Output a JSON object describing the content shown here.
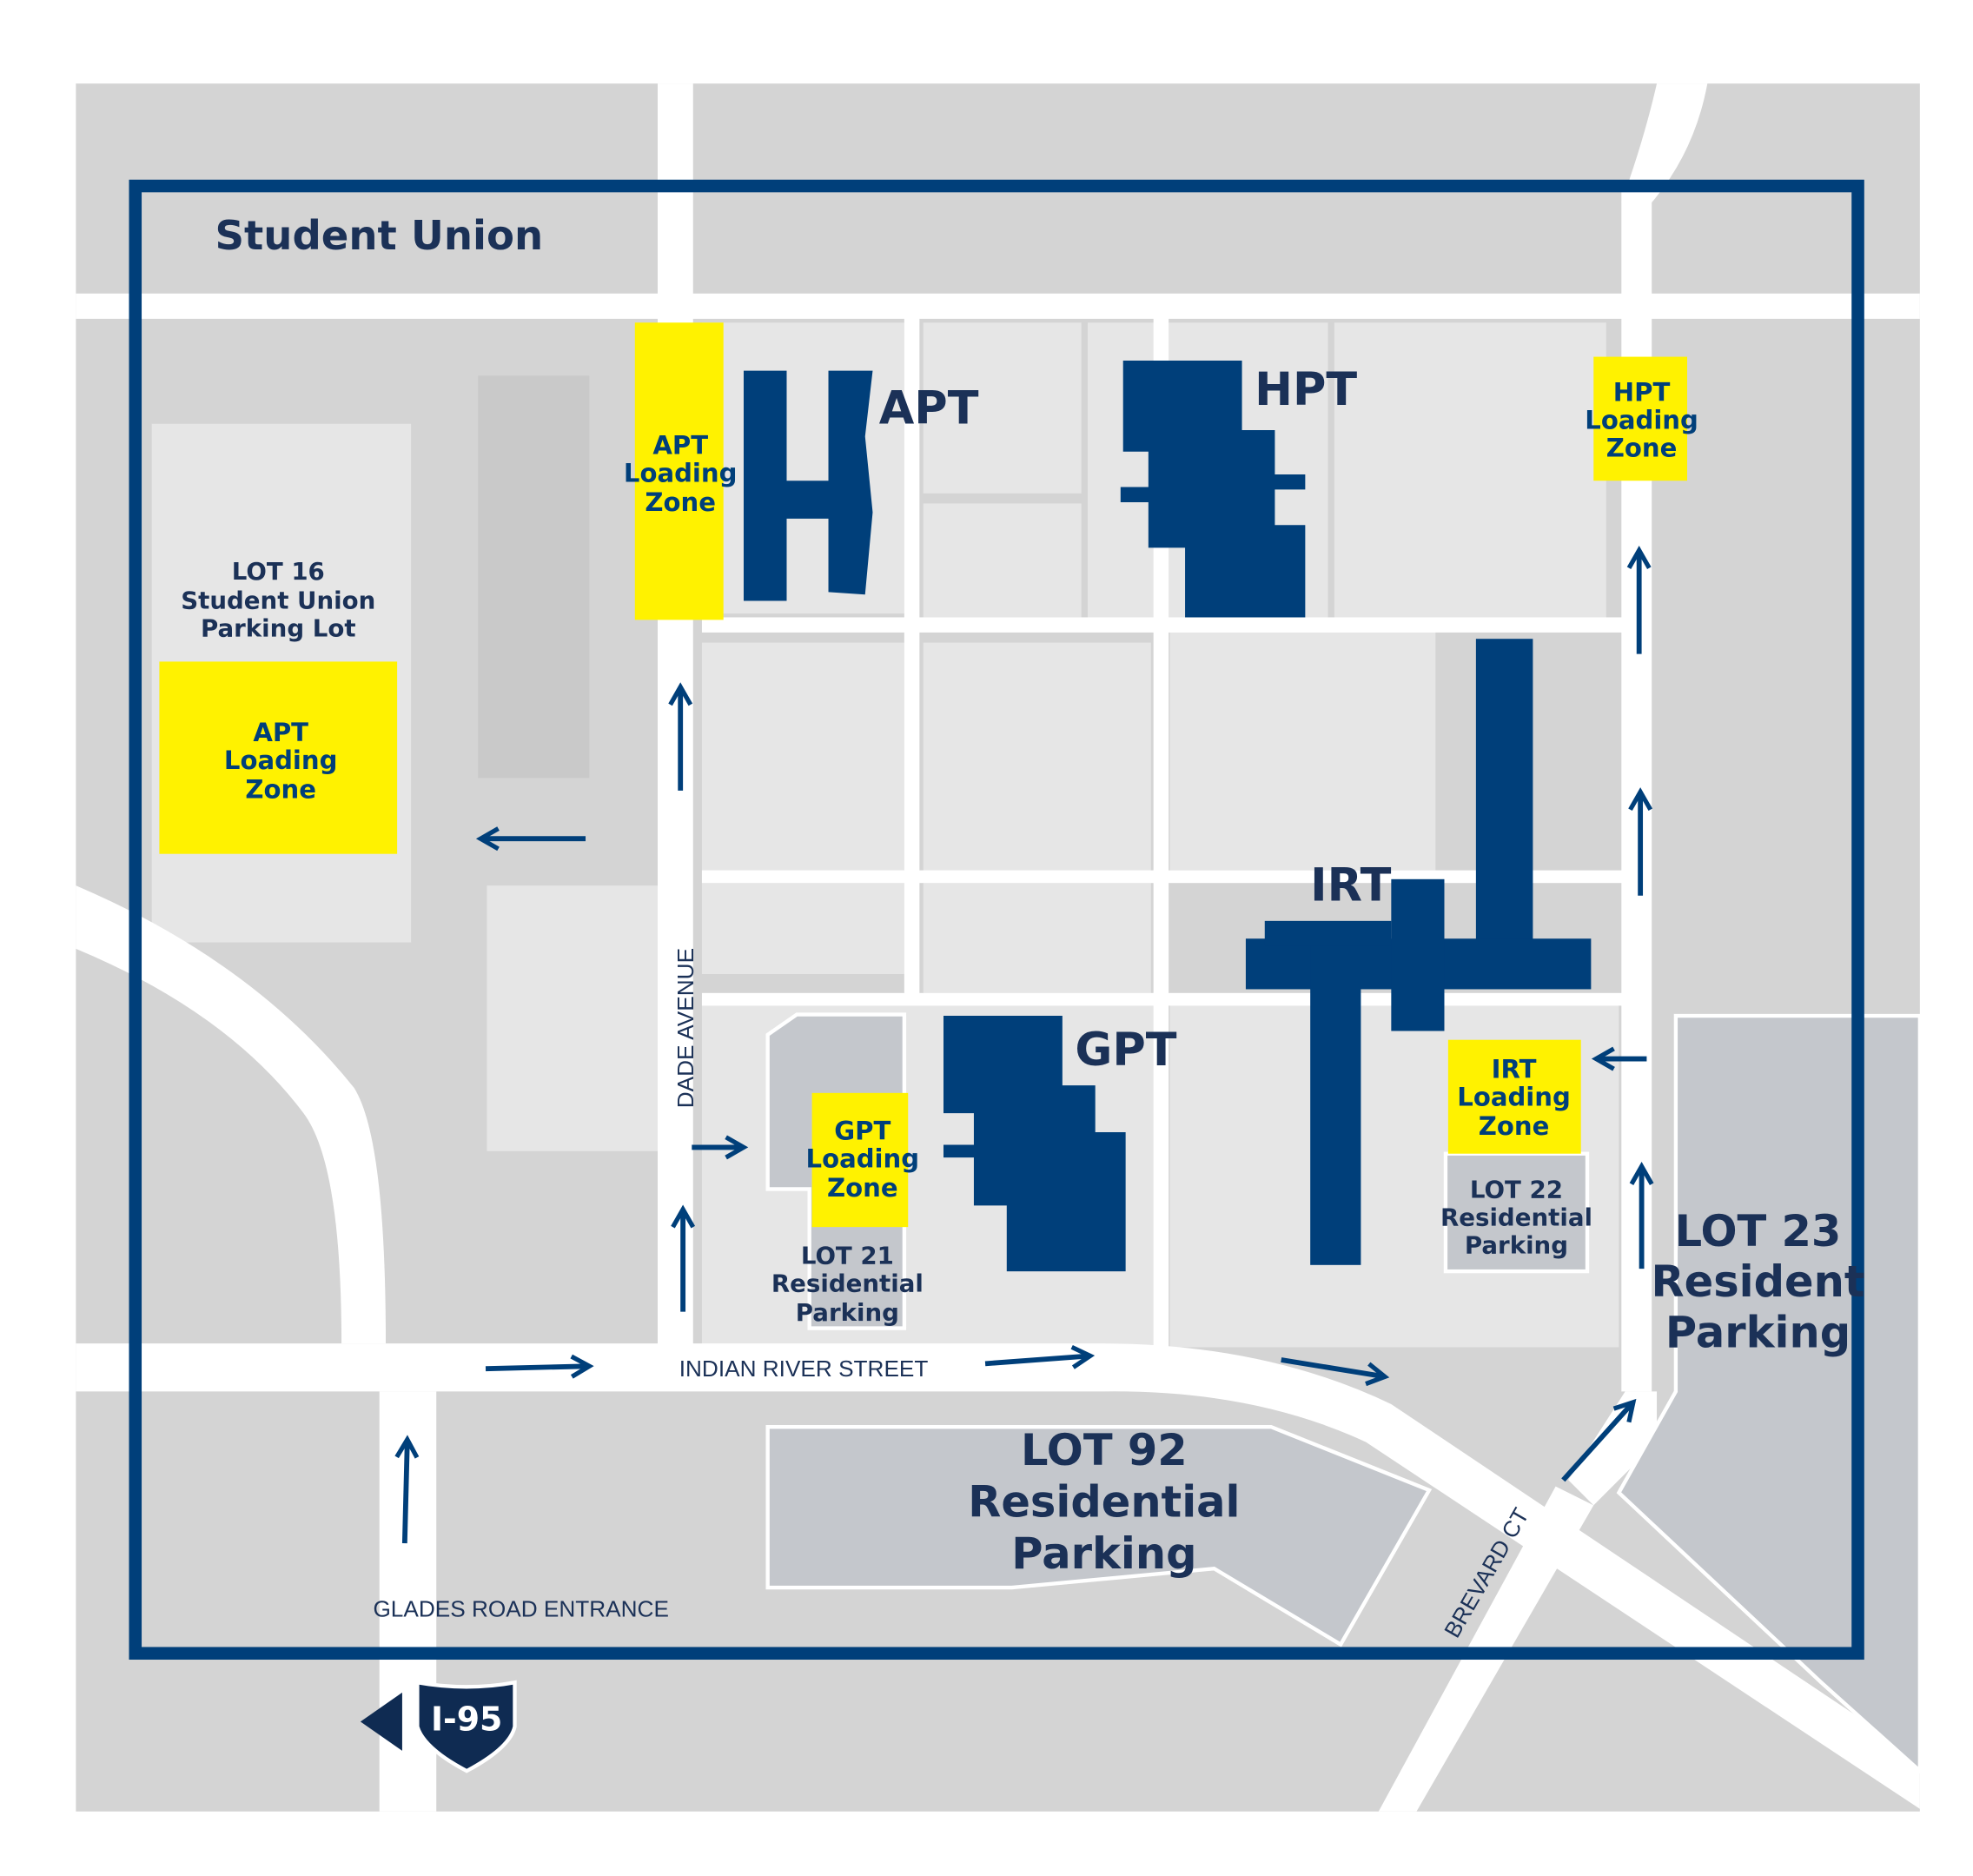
{
  "map": {
    "colors": {
      "building": "#003f7a",
      "loading_zone": "#fff200",
      "ground": "#d4d4d4",
      "parking": "#c4c7cc",
      "border": "#003f7a"
    },
    "areas": {
      "student_union": "Student Union",
      "lot16": [
        "LOT 16",
        "Student Union",
        "Parking Lot"
      ],
      "lot21": [
        "LOT 21",
        "Residential",
        "Parking"
      ],
      "lot22": [
        "LOT 22",
        "Residential",
        "Parking"
      ],
      "lot23": [
        "LOT 23",
        "Resident",
        "Parking"
      ],
      "lot92": [
        "LOT 92",
        "Residential",
        "Parking"
      ]
    },
    "buildings": {
      "apt": "APT",
      "hpt": "HPT",
      "gpt": "GPT",
      "irt": "IRT"
    },
    "loading_zones": {
      "apt_lot": [
        "APT",
        "Loading",
        "Zone"
      ],
      "apt": [
        "APT",
        "Loading",
        "Zone"
      ],
      "hpt": [
        "HPT",
        "Loading",
        "Zone"
      ],
      "gpt": [
        "GPT",
        "Loading",
        "Zone"
      ],
      "irt": [
        "IRT",
        "Loading",
        "Zone"
      ]
    },
    "streets": {
      "dade": "DADE AVENUE",
      "indian_river": "INDIAN RIVER STREET",
      "glades": "GLADES ROAD ENTRANCE",
      "brevard": "BREVARD CT"
    },
    "highway_shield": "I-95"
  }
}
